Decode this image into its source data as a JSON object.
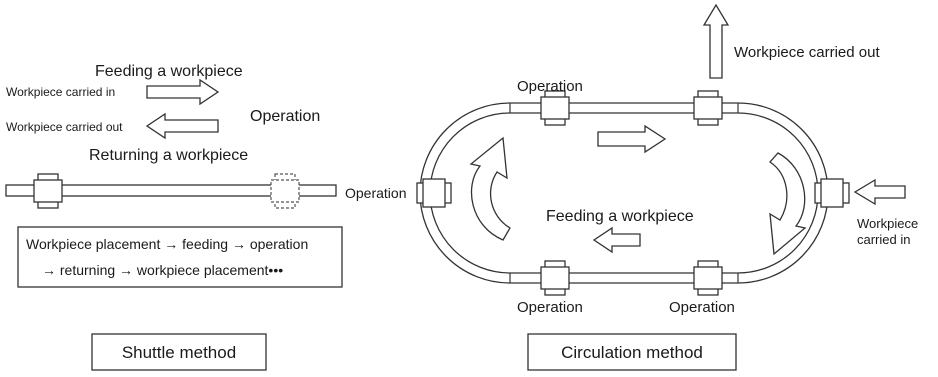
{
  "shuttle": {
    "feeding_label": "Feeding a workpiece",
    "carried_in_label": "Workpiece carried in",
    "carried_out_label": "Workpiece carried out",
    "operation_label": "Operation",
    "returning_label": "Returning a workpiece",
    "sequence_line1": "Workpiece placement → feeding → operation",
    "sequence_line2": "→ returning → workpiece placement•••",
    "method_label": "Shuttle method"
  },
  "circulation": {
    "operation_top_label": "Operation",
    "operation_left_label": "Operation",
    "operation_bottom_left_label": "Operation",
    "operation_bottom_right_label": "Operation",
    "carried_out_label": "Workpiece carried out",
    "carried_in_line1": "Workpiece",
    "carried_in_line2": "carried in",
    "feeding_label": "Feeding a workpiece",
    "method_label": "Circulation method"
  }
}
